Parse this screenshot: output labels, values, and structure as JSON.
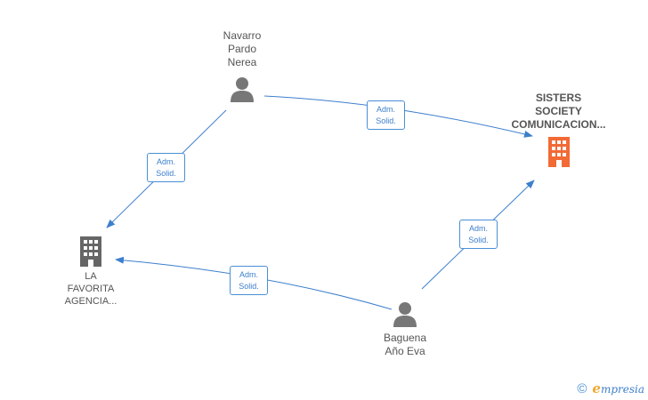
{
  "nodes": {
    "navarro": {
      "name_lines": [
        "Navarro",
        "Pardo",
        "Nerea"
      ]
    },
    "baguena": {
      "name_lines": [
        "Baguena",
        "Año Eva"
      ]
    },
    "sisters": {
      "name_lines": [
        "SISTERS",
        "SOCIETY",
        "COMUNICACION..."
      ]
    },
    "favorita": {
      "name_lines": [
        "LA",
        "FAVORITA",
        "AGENCIA..."
      ]
    }
  },
  "relations": [
    {
      "from": "Navarro Pardo Nerea",
      "to": "SISTERS SOCIETY COMUNICACION...",
      "lines": [
        "Adm.",
        "Solid."
      ]
    },
    {
      "from": "Navarro Pardo Nerea",
      "to": "LA FAVORITA AGENCIA...",
      "lines": [
        "Adm.",
        "Solid."
      ]
    },
    {
      "from": "Baguena Año Eva",
      "to": "SISTERS SOCIETY COMUNICACION...",
      "lines": [
        "Adm.",
        "Solid."
      ]
    },
    {
      "from": "Baguena Año Eva",
      "to": "LA FAVORITA AGENCIA...",
      "lines": [
        "Adm.",
        "Solid."
      ]
    }
  ],
  "colors": {
    "edge": "#3d7fcc",
    "person_icon": "#777777",
    "focus_company_icon": "#f26a35",
    "company_icon": "#666666"
  },
  "footer": {
    "copyright": "©",
    "brand_initial": "e",
    "brand_rest": "mpresia"
  }
}
